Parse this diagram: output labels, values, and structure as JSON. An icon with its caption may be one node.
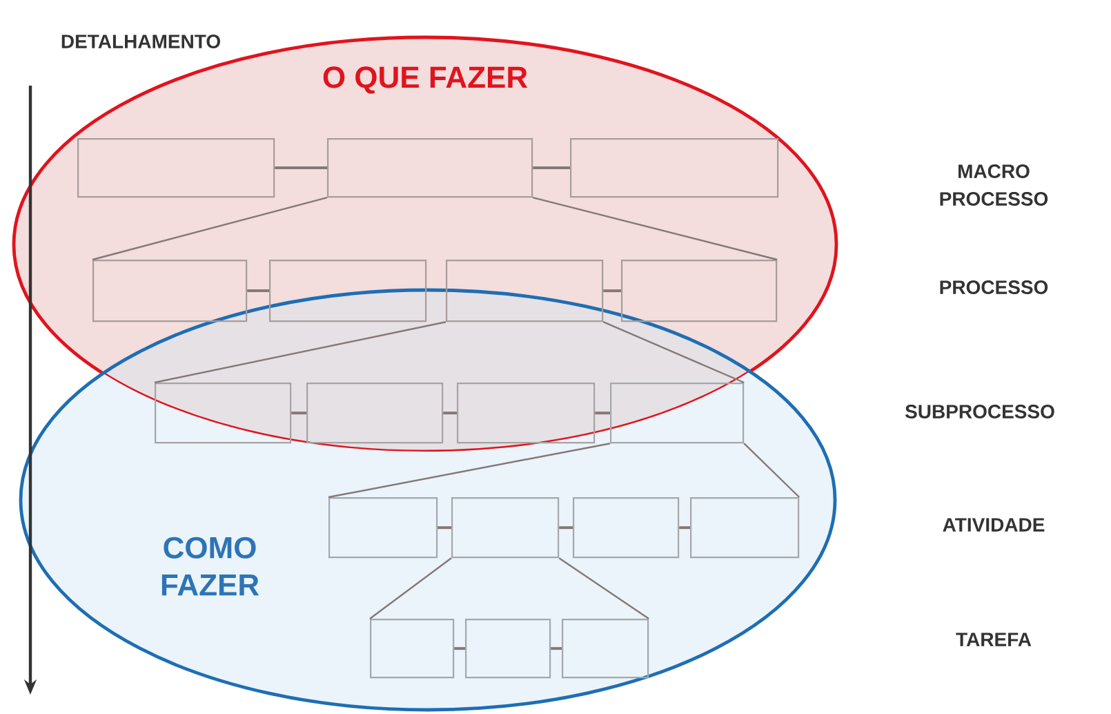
{
  "diagram": {
    "nodes": [
      {
        "text": [
          "O QUE FAZER"
        ]
      },
      {
        "text": [
          "COMO FAZER"
        ]
      },
      {
        "text": [],
        "shape": "box",
        "in": 0
      },
      {
        "text": [],
        "shape": "box",
        "in": 0
      },
      {
        "text": [],
        "shape": "box",
        "in": 0
      },
      {
        "text": [],
        "shape": "box",
        "in": 0
      },
      {
        "text": [],
        "shape": "box",
        "in": 0
      },
      {
        "text": [],
        "shape": "box",
        "in": 0
      },
      {
        "text": [],
        "shape": "box",
        "in": 0
      },
      {
        "text": [],
        "shape": "box"
      },
      {
        "text": [],
        "shape": "box"
      },
      {
        "text": [],
        "shape": "box"
      },
      {
        "text": [],
        "shape": "box",
        "in": 1
      },
      {
        "text": [],
        "shape": "box",
        "in": 1
      },
      {
        "text": [],
        "shape": "box",
        "in": 1
      },
      {
        "text": [],
        "shape": "box",
        "in": 1
      },
      {
        "text": [],
        "shape": "box",
        "in": 1
      },
      {
        "text": [],
        "shape": "box",
        "in": 1
      },
      {
        "text": [],
        "shape": "box",
        "in": 1
      },
      {
        "text": [],
        "shape": "box",
        "in": 1
      }
    ],
    "edges": [
      {
        "from": 2,
        "to": 3,
        "arrow": "none"
      },
      {
        "from": 3,
        "to": 4,
        "arrow": "none"
      },
      {
        "from": 3,
        "to": 5,
        "arrow": "none"
      },
      {
        "from": 3,
        "to": 8,
        "arrow": "none"
      },
      {
        "from": 5,
        "to": 6,
        "arrow": "none"
      },
      {
        "from": 7,
        "to": 8,
        "arrow": "none"
      },
      {
        "from": 7,
        "to": 9,
        "arrow": "none"
      },
      {
        "from": 7,
        "to": 12,
        "arrow": "none"
      },
      {
        "from": 9,
        "to": 10,
        "arrow": "none"
      },
      {
        "from": 10,
        "to": 11,
        "arrow": "none"
      },
      {
        "from": 11,
        "to": 12,
        "arrow": "none"
      },
      {
        "from": 12,
        "to": 13,
        "arrow": "none"
      },
      {
        "from": 12,
        "to": 16,
        "arrow": "none"
      },
      {
        "from": 13,
        "to": 14,
        "arrow": "none"
      },
      {
        "from": 14,
        "to": 15,
        "arrow": "none"
      },
      {
        "from": 15,
        "to": 16,
        "arrow": "none"
      },
      {
        "from": 14,
        "to": 17,
        "arrow": "none"
      },
      {
        "from": 14,
        "to": 19,
        "arrow": "none"
      },
      {
        "from": 17,
        "to": 18,
        "arrow": "none"
      },
      {
        "from": 18,
        "to": 19,
        "arrow": "none"
      }
    ],
    "labels": [
      "DETALHAMENTO",
      "MACRO PROCESSO",
      "PROCESSO",
      "SUBPROCESSO",
      "ATIVIDADE",
      "TAREFA"
    ]
  }
}
